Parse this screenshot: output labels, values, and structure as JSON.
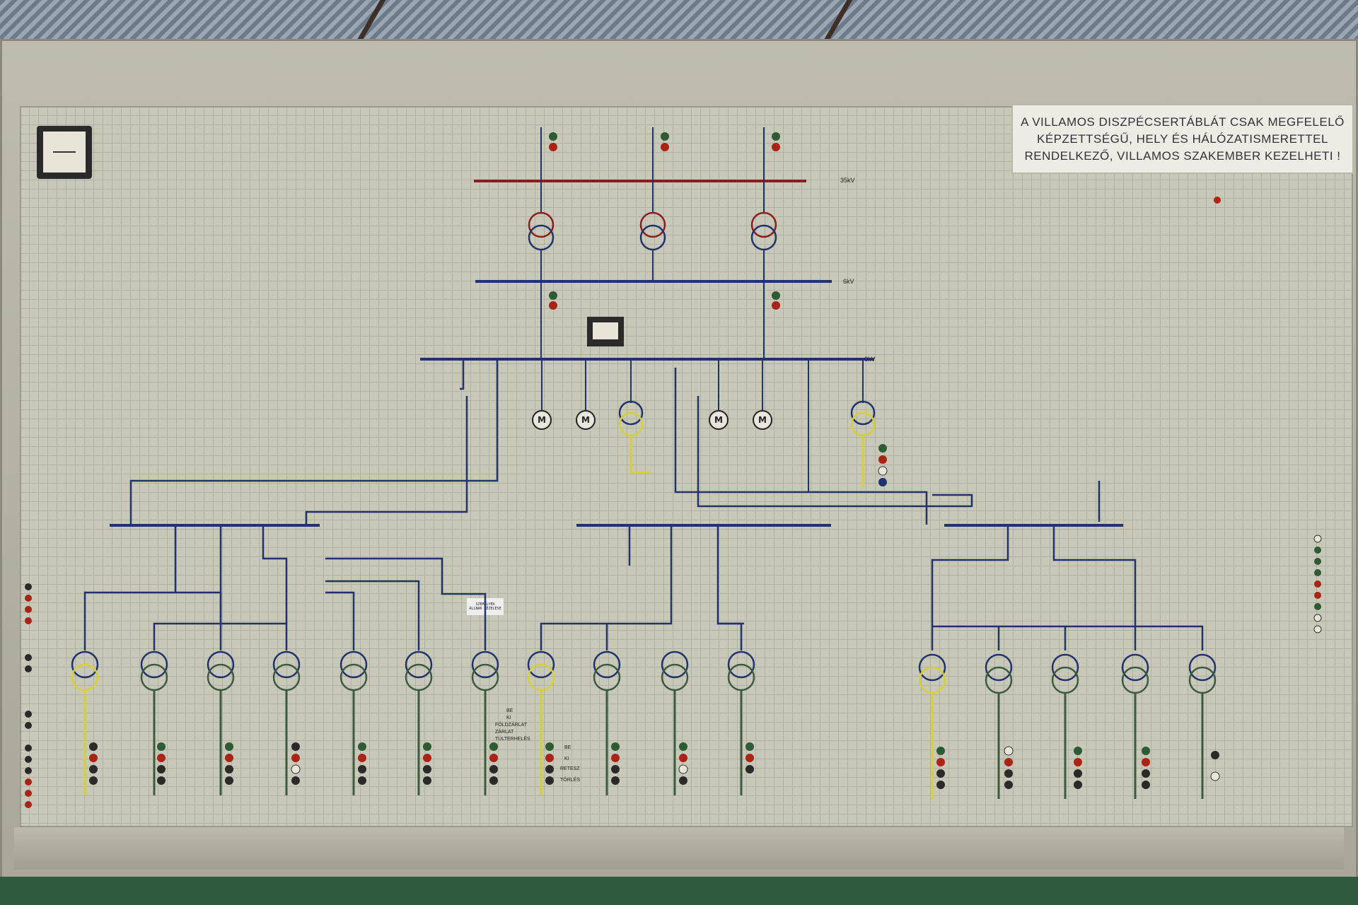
{
  "scene": "electrical dispatcher control panel",
  "warning_sign": {
    "line1": "A VILLAMOS DISZPÉCSERTÁBLÁT CSAK MEGFELELŐ",
    "line2": "KÉPZETTSÉGŰ, HELY ÉS HÁLÓZATISMERETTEL",
    "line3": "RENDELKEZŐ, VILLAMOS SZAKEMBER KEZELHETI !"
  },
  "busbars": {
    "bus_35kv": "35kV",
    "bus_6kv_top": "6kV",
    "bus_6kv_main": "6kV"
  },
  "feeder_tags": {
    "toggle_1": "BE",
    "toggle_2": "KI",
    "fault_1": "FÖLDZÁRLAT",
    "fault_2": "ZÁRLAT",
    "fault_3": "TÚLTERHELÉS",
    "lamp_1": "BE",
    "lamp_2": "KI",
    "reteszel": "RETESZ",
    "torles": "TÖRLÉS"
  },
  "note_card": "SZEMÉLYEK ÁLLNAK KÉZELÉSE",
  "colors": {
    "bus_blue": "#22336b",
    "bus_red": "#8a1f22",
    "yellow_line": "#d7cf3a",
    "green_line": "#3d5a3c",
    "lamp_red": "#a82417",
    "lamp_green": "#2e5a34"
  }
}
